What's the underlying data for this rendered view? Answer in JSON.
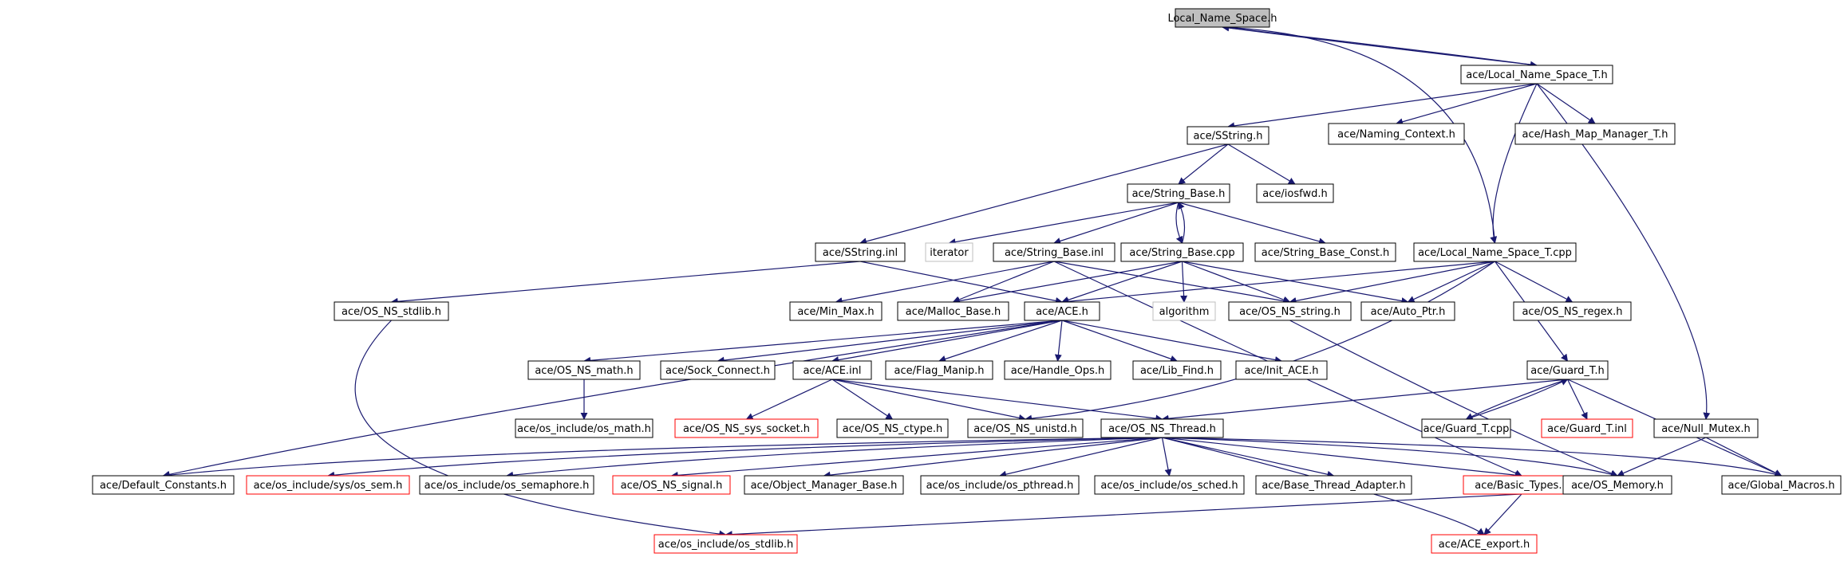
{
  "title": "",
  "colors": {
    "edge": "#191970",
    "border_normal": "#000000",
    "border_missing": "#ff0000",
    "border_external": "#bfbfbf",
    "fill_root": "#bfbfbf",
    "fill": "#ffffff"
  },
  "nodes": [
    {
      "id": "n0",
      "label": "Local_Name_Space.h",
      "style": "root"
    },
    {
      "id": "n1",
      "label": "ace/Local_Name_Space_T.h",
      "style": "normal"
    },
    {
      "id": "n2",
      "label": "ace/SString.h",
      "style": "normal"
    },
    {
      "id": "n3",
      "label": "ace/Naming_Context.h",
      "style": "normal"
    },
    {
      "id": "n4",
      "label": "ace/Hash_Map_Manager_T.h",
      "style": "normal"
    },
    {
      "id": "n5",
      "label": "ace/String_Base.h",
      "style": "normal"
    },
    {
      "id": "n6",
      "label": "ace/iosfwd.h",
      "style": "normal"
    },
    {
      "id": "n7",
      "label": "ace/SString.inl",
      "style": "normal"
    },
    {
      "id": "n8",
      "label": "iterator",
      "style": "external"
    },
    {
      "id": "n9",
      "label": "ace/String_Base.inl",
      "style": "normal"
    },
    {
      "id": "n10",
      "label": "ace/String_Base.cpp",
      "style": "normal"
    },
    {
      "id": "n11",
      "label": "ace/String_Base_Const.h",
      "style": "normal"
    },
    {
      "id": "n12",
      "label": "ace/Local_Name_Space_T.cpp",
      "style": "normal"
    },
    {
      "id": "n13",
      "label": "ace/OS_NS_stdlib.h",
      "style": "normal"
    },
    {
      "id": "n14",
      "label": "ace/Min_Max.h",
      "style": "normal"
    },
    {
      "id": "n15",
      "label": "ace/Malloc_Base.h",
      "style": "normal"
    },
    {
      "id": "n16",
      "label": "ace/ACE.h",
      "style": "normal"
    },
    {
      "id": "n17",
      "label": "algorithm",
      "style": "external"
    },
    {
      "id": "n18",
      "label": "ace/OS_NS_string.h",
      "style": "normal"
    },
    {
      "id": "n19",
      "label": "ace/Auto_Ptr.h",
      "style": "normal"
    },
    {
      "id": "n20",
      "label": "ace/OS_NS_regex.h",
      "style": "normal"
    },
    {
      "id": "n21",
      "label": "ace/OS_NS_math.h",
      "style": "normal"
    },
    {
      "id": "n22",
      "label": "ace/Sock_Connect.h",
      "style": "normal"
    },
    {
      "id": "n23",
      "label": "ace/ACE.inl",
      "style": "normal"
    },
    {
      "id": "n24",
      "label": "ace/Flag_Manip.h",
      "style": "normal"
    },
    {
      "id": "n25",
      "label": "ace/Handle_Ops.h",
      "style": "normal"
    },
    {
      "id": "n26",
      "label": "ace/Lib_Find.h",
      "style": "normal"
    },
    {
      "id": "n27",
      "label": "ace/Init_ACE.h",
      "style": "normal"
    },
    {
      "id": "n28",
      "label": "ace/Guard_T.h",
      "style": "normal"
    },
    {
      "id": "n29",
      "label": "ace/os_include/os_math.h",
      "style": "normal"
    },
    {
      "id": "n30",
      "label": "ace/OS_NS_sys_socket.h",
      "style": "missing"
    },
    {
      "id": "n31",
      "label": "ace/OS_NS_ctype.h",
      "style": "normal"
    },
    {
      "id": "n32",
      "label": "ace/OS_NS_unistd.h",
      "style": "normal"
    },
    {
      "id": "n33",
      "label": "ace/OS_NS_Thread.h",
      "style": "normal"
    },
    {
      "id": "n34",
      "label": "ace/Guard_T.cpp",
      "style": "normal"
    },
    {
      "id": "n35",
      "label": "ace/Guard_T.inl",
      "style": "missing"
    },
    {
      "id": "n36",
      "label": "ace/Null_Mutex.h",
      "style": "normal"
    },
    {
      "id": "n37",
      "label": "ace/Default_Constants.h",
      "style": "normal"
    },
    {
      "id": "n38",
      "label": "ace/os_include/sys/os_sem.h",
      "style": "missing"
    },
    {
      "id": "n39",
      "label": "ace/os_include/os_semaphore.h",
      "style": "normal"
    },
    {
      "id": "n40",
      "label": "ace/OS_NS_signal.h",
      "style": "missing"
    },
    {
      "id": "n41",
      "label": "ace/Object_Manager_Base.h",
      "style": "normal"
    },
    {
      "id": "n42",
      "label": "ace/os_include/os_pthread.h",
      "style": "normal"
    },
    {
      "id": "n43",
      "label": "ace/os_include/os_sched.h",
      "style": "normal"
    },
    {
      "id": "n44",
      "label": "ace/Base_Thread_Adapter.h",
      "style": "normal"
    },
    {
      "id": "n45",
      "label": "ace/Basic_Types.h",
      "style": "missing"
    },
    {
      "id": "n46",
      "label": "ace/OS_Memory.h",
      "style": "normal"
    },
    {
      "id": "n47",
      "label": "ace/Global_Macros.h",
      "style": "normal"
    },
    {
      "id": "n48",
      "label": "ace/os_include/os_stdlib.h",
      "style": "missing"
    },
    {
      "id": "n49",
      "label": "ace/ACE_export.h",
      "style": "missing"
    }
  ],
  "edges": [
    [
      "n0",
      "n1"
    ],
    [
      "n1",
      "n0"
    ],
    [
      "n1",
      "n2"
    ],
    [
      "n1",
      "n3"
    ],
    [
      "n1",
      "n4"
    ],
    [
      "n1",
      "n12"
    ],
    [
      "n1",
      "n36"
    ],
    [
      "n2",
      "n5"
    ],
    [
      "n2",
      "n6"
    ],
    [
      "n2",
      "n7"
    ],
    [
      "n5",
      "n8"
    ],
    [
      "n5",
      "n9"
    ],
    [
      "n5",
      "n10"
    ],
    [
      "n5",
      "n11"
    ],
    [
      "n10",
      "n5"
    ],
    [
      "n7",
      "n13"
    ],
    [
      "n7",
      "n16"
    ],
    [
      "n9",
      "n14"
    ],
    [
      "n9",
      "n15"
    ],
    [
      "n9",
      "n18"
    ],
    [
      "n9",
      "n45"
    ],
    [
      "n10",
      "n15"
    ],
    [
      "n10",
      "n16"
    ],
    [
      "n10",
      "n17"
    ],
    [
      "n10",
      "n18"
    ],
    [
      "n10",
      "n19"
    ],
    [
      "n12",
      "n0"
    ],
    [
      "n12",
      "n16"
    ],
    [
      "n12",
      "n18"
    ],
    [
      "n12",
      "n19"
    ],
    [
      "n12",
      "n20"
    ],
    [
      "n12",
      "n28"
    ],
    [
      "n12",
      "n32"
    ],
    [
      "n13",
      "n48"
    ],
    [
      "n16",
      "n21"
    ],
    [
      "n16",
      "n22"
    ],
    [
      "n16",
      "n23"
    ],
    [
      "n16",
      "n24"
    ],
    [
      "n16",
      "n25"
    ],
    [
      "n16",
      "n26"
    ],
    [
      "n16",
      "n27"
    ],
    [
      "n16",
      "n37"
    ],
    [
      "n18",
      "n46"
    ],
    [
      "n21",
      "n29"
    ],
    [
      "n23",
      "n30"
    ],
    [
      "n23",
      "n31"
    ],
    [
      "n23",
      "n32"
    ],
    [
      "n23",
      "n33"
    ],
    [
      "n28",
      "n33"
    ],
    [
      "n28",
      "n34"
    ],
    [
      "n28",
      "n35"
    ],
    [
      "n28",
      "n47"
    ],
    [
      "n34",
      "n28"
    ],
    [
      "n36",
      "n46"
    ],
    [
      "n36",
      "n47"
    ],
    [
      "n33",
      "n37"
    ],
    [
      "n33",
      "n38"
    ],
    [
      "n33",
      "n39"
    ],
    [
      "n33",
      "n40"
    ],
    [
      "n33",
      "n41"
    ],
    [
      "n33",
      "n42"
    ],
    [
      "n33",
      "n43"
    ],
    [
      "n33",
      "n44"
    ],
    [
      "n33",
      "n45"
    ],
    [
      "n33",
      "n46"
    ],
    [
      "n33",
      "n47"
    ],
    [
      "n33",
      "n49"
    ],
    [
      "n45",
      "n48"
    ],
    [
      "n45",
      "n49"
    ]
  ]
}
